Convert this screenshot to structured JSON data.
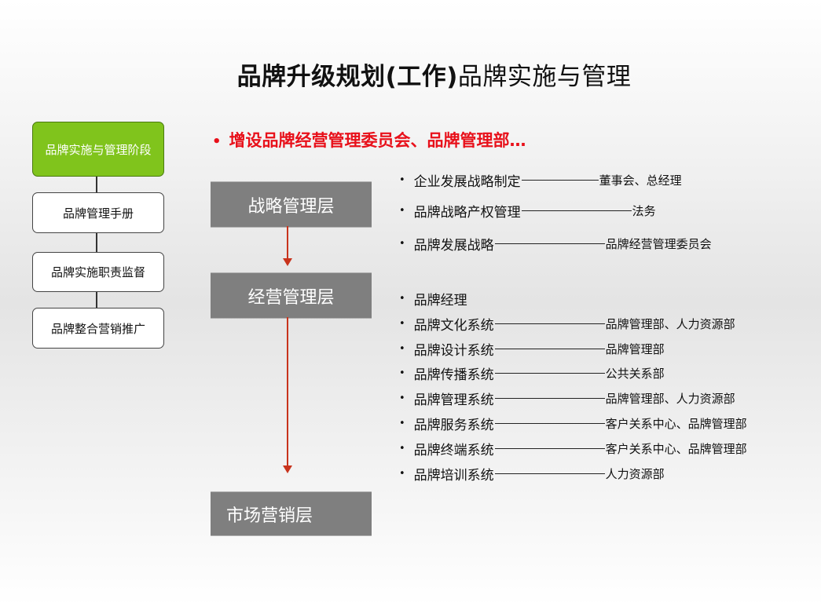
{
  "title": {
    "bold": "品牌升级规划(工作)",
    "normal": "品牌实施与管理"
  },
  "sidebar": {
    "items": [
      {
        "label": "品牌实施与管理阶段"
      },
      {
        "label": "品牌管理手册"
      },
      {
        "label": "品牌实施职责监督"
      },
      {
        "label": "品牌整合营销推广"
      }
    ]
  },
  "headline": "增设品牌经营管理委员会、品牌管理部…",
  "layers": [
    {
      "label": "战略管理层"
    },
    {
      "label": "经营管理层"
    },
    {
      "label": "市场营销层"
    }
  ],
  "bullets": [
    {
      "item": "企业发展战略制定",
      "resp": "董事会、总经理"
    },
    {
      "item": "品牌战略产权管理",
      "resp": "法务"
    },
    {
      "item": "品牌发展战略",
      "resp": "品牌经营管理委员会"
    },
    {
      "item": "品牌经理",
      "resp": ""
    },
    {
      "item": "品牌文化系统",
      "resp": "品牌管理部、人力资源部"
    },
    {
      "item": "品牌设计系统",
      "resp": "品牌管理部"
    },
    {
      "item": "品牌传播系统",
      "resp": "公共关系部"
    },
    {
      "item": "品牌管理系统",
      "resp": "品牌管理部、人力资源部"
    },
    {
      "item": "品牌服务系统",
      "resp": "客户关系中心、品牌管理部"
    },
    {
      "item": "品牌终端系统",
      "resp": "客户关系中心、品牌管理部"
    },
    {
      "item": "品牌培训系统",
      "resp": "人力资源部"
    }
  ]
}
